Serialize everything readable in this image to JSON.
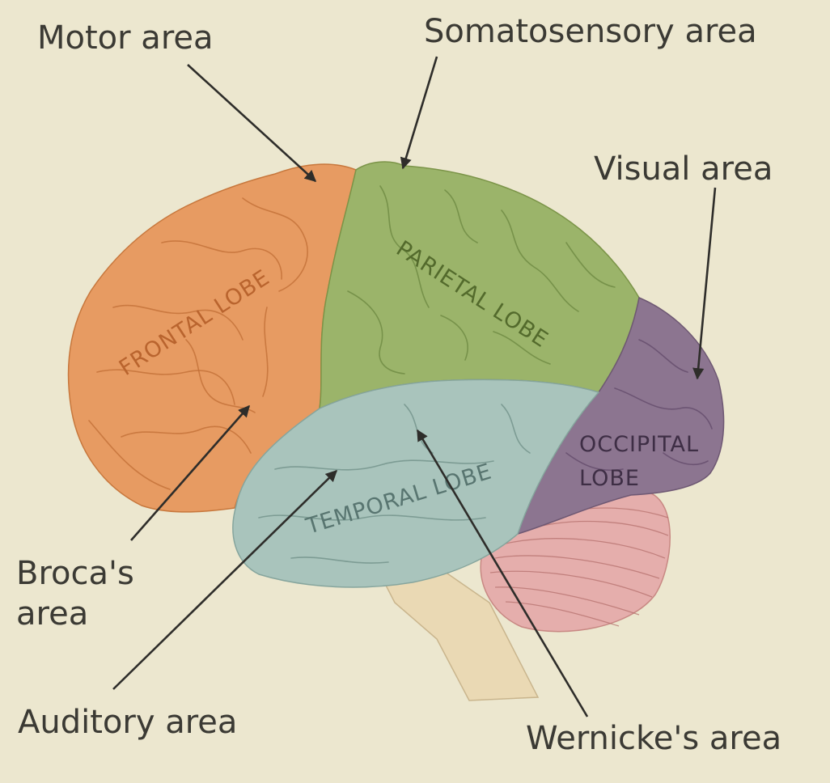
{
  "labels": {
    "motor_area": "Motor area",
    "somatosensory_area": "Somatosensory area",
    "visual_area": "Visual area",
    "brocas_area_line1": "Broca's",
    "brocas_area_line2": "area",
    "auditory_area": "Auditory area",
    "wernickes_area": "Wernicke's area"
  },
  "lobes": {
    "frontal": "FRONTAL LOBE",
    "parietal": "PARIETAL LOBE",
    "temporal": "TEMPORAL LOBE",
    "occipital_line1": "OCCIPITAL",
    "occipital_line2": "LOBE"
  },
  "colors": {
    "background": "#ece7cf",
    "frontal": "#e79b62",
    "parietal": "#9bb46a",
    "temporal": "#a9c4bc",
    "occipital": "#8c7590",
    "cerebellum": "#e5aeac",
    "brainstem": "#ead9b4",
    "text": "#3b3a34",
    "arrow": "#2e2d2a"
  }
}
